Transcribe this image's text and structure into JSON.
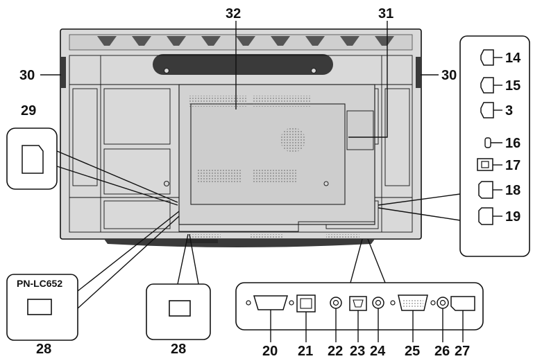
{
  "callouts": {
    "n32": "32",
    "n31": "31",
    "n30_left": "30",
    "n30_right": "30",
    "n29": "29",
    "n28_left": "28",
    "n28_mid": "28",
    "n14": "14",
    "n15": "15",
    "n3": "3",
    "n16": "16",
    "n17": "17",
    "n18": "18",
    "n19": "19",
    "n20": "20",
    "n21": "21",
    "n22": "22",
    "n23": "23",
    "n24": "24",
    "n25": "25",
    "n26": "26",
    "n27": "27"
  },
  "model_label": "PN-LC652",
  "colors": {
    "monitor_fill": "#d9d9d9",
    "monitor_dark": "#bdbdbd",
    "line": "#111111",
    "panel": "#ffffff"
  }
}
